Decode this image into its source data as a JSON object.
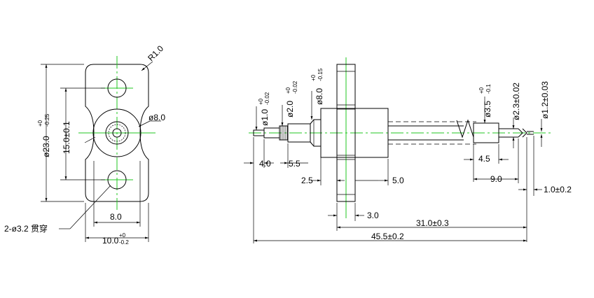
{
  "colors": {
    "line": "#000000",
    "centerline": "#22c722",
    "background": "#ffffff"
  },
  "left_view": {
    "dims": {
      "radius": "R1.0",
      "hole_dia": "ø8.0",
      "height_base": "ø23.0",
      "height_tol_up": "+0",
      "height_tol_down": "-0.25",
      "hole_spacing": "15.0±0.1",
      "inner_width": "8.0",
      "outer_width_base": "10.0",
      "outer_width_tol_up": "+0",
      "outer_width_tol_down": "-0.2",
      "mount_holes": "2-ø3.2 贯穿"
    }
  },
  "right_view": {
    "dims": {
      "d1_base": "ø1.0",
      "d1_up": "+0",
      "d1_down": "-0.02",
      "d2_base": "ø2.0",
      "d2_up": "+0",
      "d2_down": "-0.02",
      "d3_base": "ø8.0",
      "d3_up": "+0",
      "d3_down": "-0.15",
      "d4_base": "ø3.5",
      "d4_up": "+0",
      "d4_down": "-0.1",
      "d5": "ø2.3±0.02",
      "d6": "ø1.2±0.03",
      "len_4": "4.0",
      "len_5_5": "5.5",
      "len_2_5": "2.5",
      "len_5_0": "5.0",
      "len_3_0": "3.0",
      "len_4_5": "4.5",
      "len_9_0": "9.0",
      "len_1_0": "1.0±0.2",
      "len_31": "31.0±0.3",
      "len_45_5": "45.5±0.2"
    }
  }
}
